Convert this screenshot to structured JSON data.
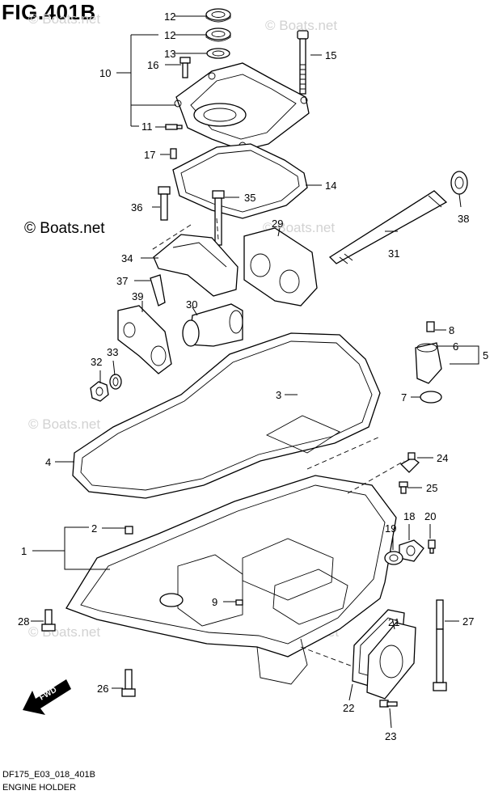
{
  "figure_title": "FIG.401B",
  "watermark_text": "© Boats.net",
  "copyright_text": "© Boats.net",
  "footer_code": "DF175_E03_018_401B",
  "footer_name": "ENGINE HOLDER",
  "fwd_label": "FWD",
  "callouts": {
    "c1": "1",
    "c2": "2",
    "c3": "3",
    "c4": "4",
    "c5": "5",
    "c6": "6",
    "c7": "7",
    "c8": "8",
    "c9": "9",
    "c10": "10",
    "c11": "11",
    "c12a": "12",
    "c12b": "12",
    "c13": "13",
    "c14": "14",
    "c15": "15",
    "c16": "16",
    "c17": "17",
    "c18": "18",
    "c19": "19",
    "c20": "20",
    "c21": "21",
    "c22": "22",
    "c23": "23",
    "c24": "24",
    "c25": "25",
    "c26": "26",
    "c27": "27",
    "c28": "28",
    "c29": "29",
    "c30": "30",
    "c31": "31",
    "c32": "32",
    "c33": "33",
    "c34": "34",
    "c35": "35",
    "c36": "36",
    "c37": "37",
    "c38": "38",
    "c39": "39"
  }
}
